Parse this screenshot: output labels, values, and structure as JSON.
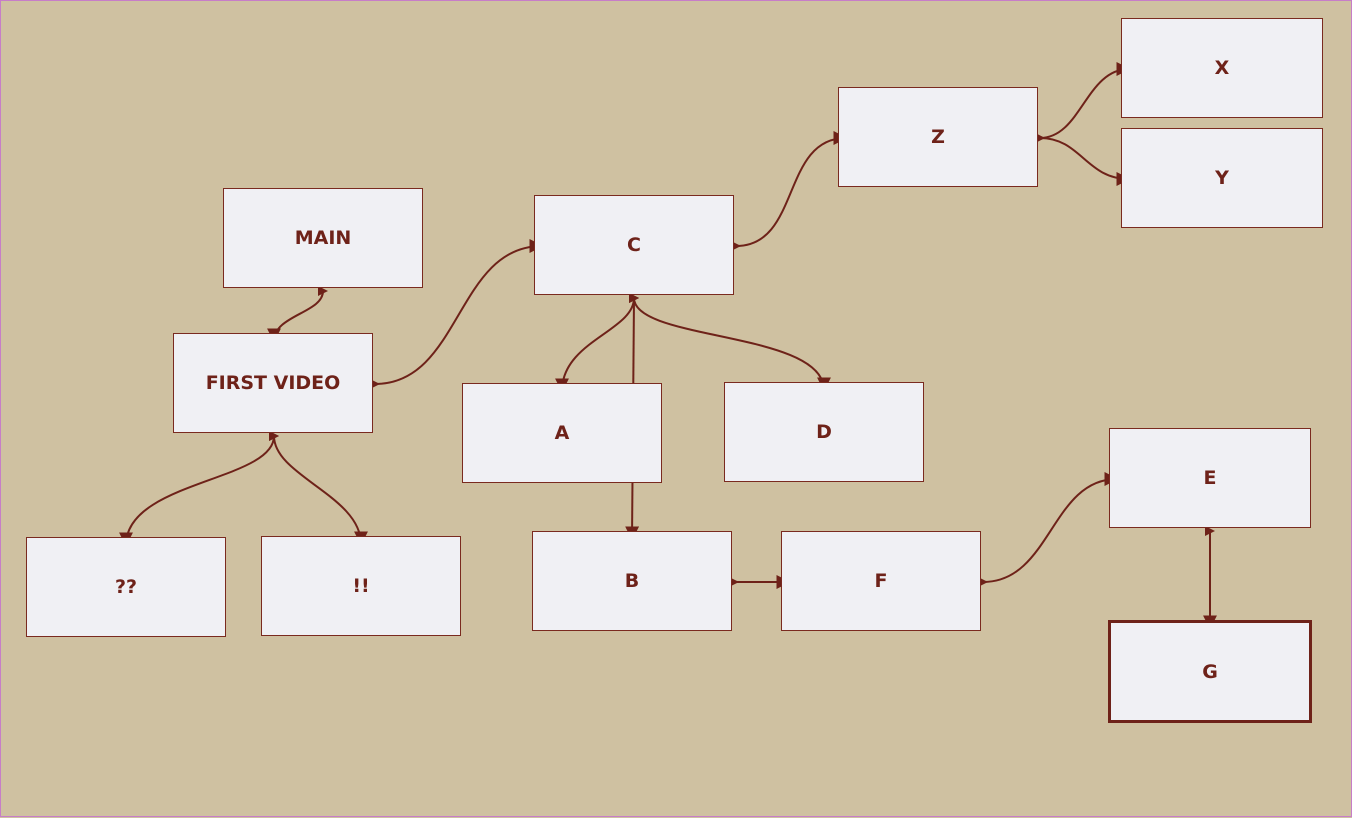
{
  "diagram": {
    "colors": {
      "background": "#cfc1a1",
      "node_fill": "#f0f0f4",
      "edge": "#6e2219",
      "frame": "#c77dc8"
    },
    "nodes": [
      {
        "id": "main",
        "label": "MAIN"
      },
      {
        "id": "first-video",
        "label": "FIRST VIDEO"
      },
      {
        "id": "qq",
        "label": "??"
      },
      {
        "id": "ex",
        "label": "!!"
      },
      {
        "id": "c",
        "label": "C"
      },
      {
        "id": "a",
        "label": "A"
      },
      {
        "id": "d",
        "label": "D"
      },
      {
        "id": "b",
        "label": "B"
      },
      {
        "id": "f",
        "label": "F"
      },
      {
        "id": "z",
        "label": "Z"
      },
      {
        "id": "x",
        "label": "X"
      },
      {
        "id": "y",
        "label": "Y"
      },
      {
        "id": "e",
        "label": "E"
      },
      {
        "id": "g",
        "label": "G",
        "selected": true
      }
    ],
    "edges": [
      {
        "from": "main",
        "to": "first-video"
      },
      {
        "from": "first-video",
        "to": "c"
      },
      {
        "from": "first-video",
        "to": "qq"
      },
      {
        "from": "first-video",
        "to": "ex"
      },
      {
        "from": "c",
        "to": "z"
      },
      {
        "from": "c",
        "to": "a"
      },
      {
        "from": "c",
        "to": "d"
      },
      {
        "from": "c",
        "to": "b"
      },
      {
        "from": "z",
        "to": "x"
      },
      {
        "from": "z",
        "to": "y"
      },
      {
        "from": "b",
        "to": "f"
      },
      {
        "from": "f",
        "to": "e"
      },
      {
        "from": "e",
        "to": "g"
      }
    ]
  }
}
